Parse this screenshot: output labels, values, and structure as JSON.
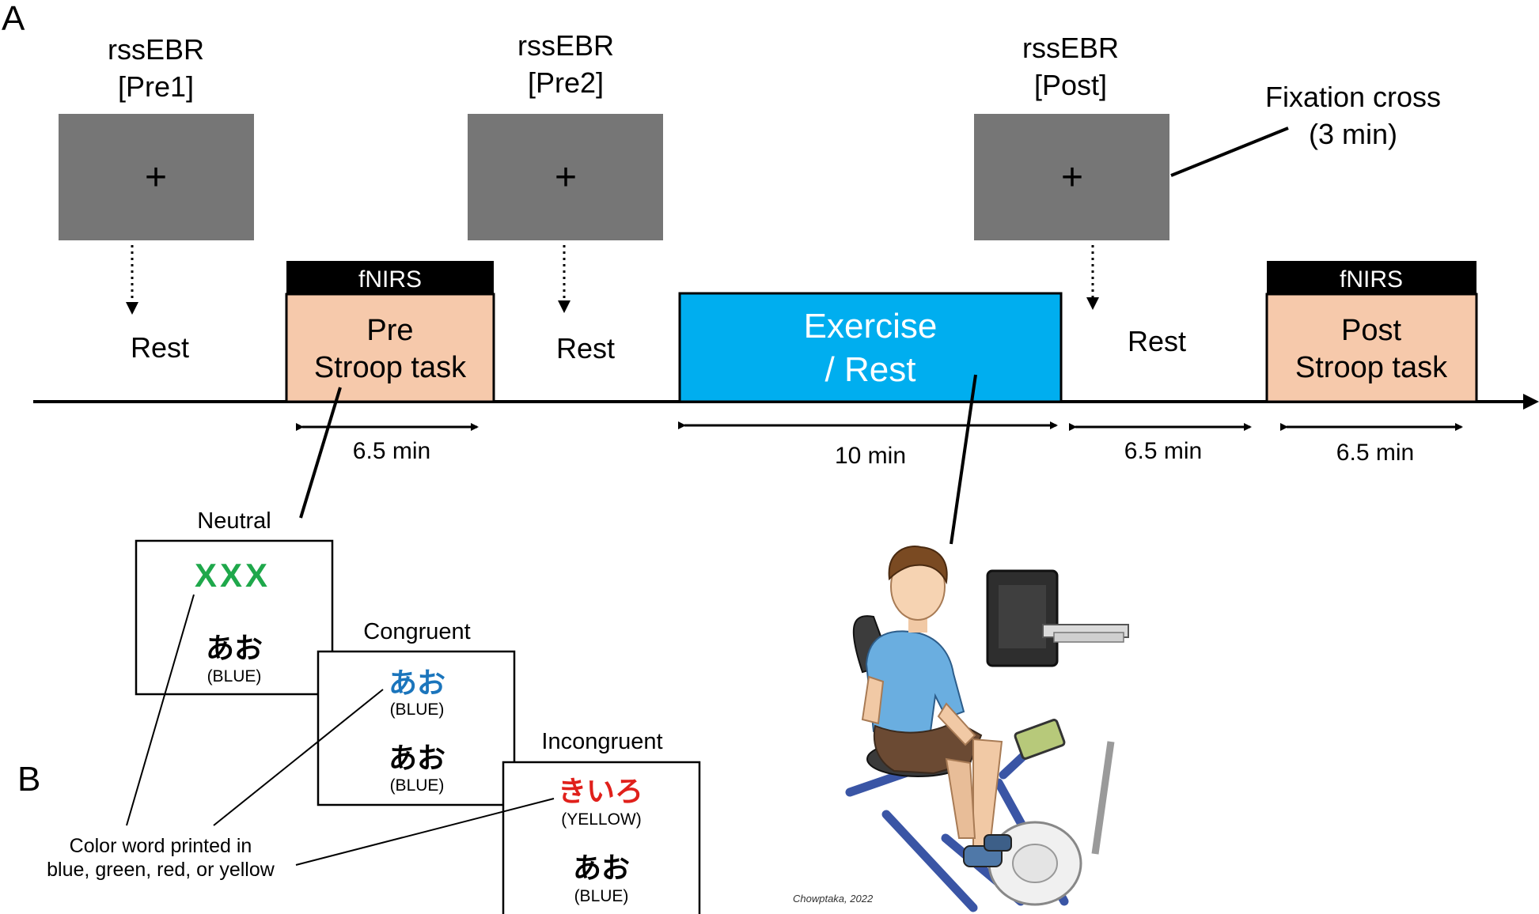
{
  "panel_labels": {
    "a": "A",
    "b": "B"
  },
  "rss_blocks": [
    {
      "line1": "rssEBR",
      "line2": "[Pre1]"
    },
    {
      "line1": "rssEBR",
      "line2": "[Pre2]"
    },
    {
      "line1": "rssEBR",
      "line2": "[Post]"
    }
  ],
  "fixation": {
    "symbol": "+",
    "label1": "Fixation cross",
    "label2": "(3 min)"
  },
  "rest_label": "Rest",
  "fnirs_label": "fNIRS",
  "pre_task": {
    "line1": "Pre",
    "line2": "Stroop task"
  },
  "post_task": {
    "line1": "Post",
    "line2": "Stroop task"
  },
  "exercise": {
    "line1": "Exercise",
    "line2": "/ Rest"
  },
  "durations": {
    "pre": "6.5 min",
    "exercise": "10 min",
    "rest": "6.5 min",
    "post": "6.5 min"
  },
  "stroop": {
    "neutral": {
      "title": "Neutral",
      "stimulus": "XXX",
      "word": "あお",
      "word_en": "(BLUE)"
    },
    "congruent": {
      "title": "Congruent",
      "stimulus": "あお",
      "stimulus_en": "(BLUE)",
      "word": "あお",
      "word_en": "(BLUE)"
    },
    "incongruent": {
      "title": "Incongruent",
      "stimulus": "きいろ",
      "stimulus_en": "(YELLOW)",
      "word": "あお",
      "word_en": "(BLUE)"
    },
    "note_line1": "Color word printed in",
    "note_line2": "blue, green, red, or yellow"
  },
  "illustration_signature": "Chowptaka, 2022",
  "colors": {
    "screen_gray": "#767676",
    "stroop_box_fill": "#f6c9ab",
    "exercise_fill": "#00aeef",
    "fnirs_bar": "#000000",
    "green": "#1fa84b",
    "blue": "#1b75bc",
    "red": "#e0201b"
  }
}
